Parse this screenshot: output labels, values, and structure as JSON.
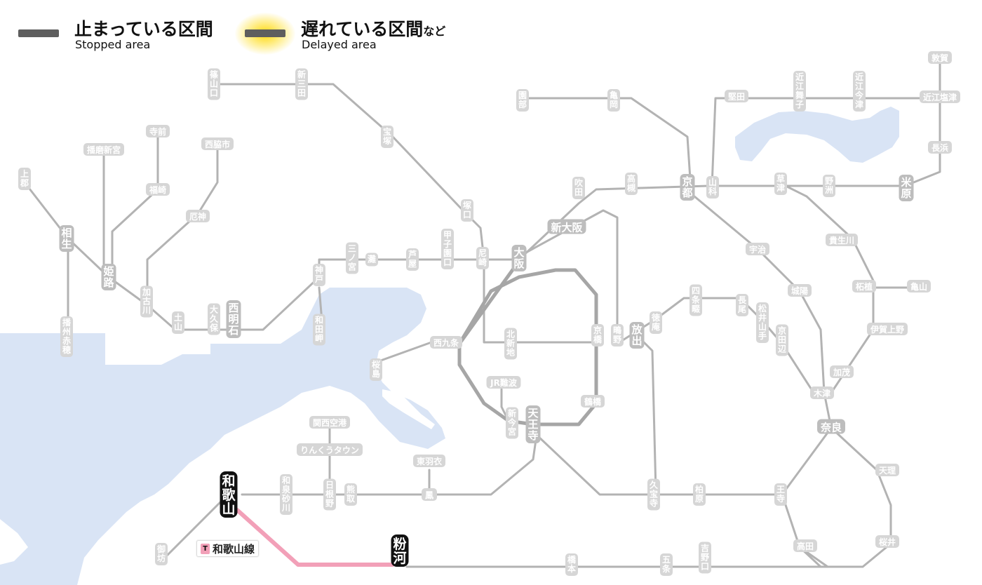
{
  "legend": {
    "stopped": {
      "jp": "止まっている区間",
      "en": "Stopped area"
    },
    "delayed": {
      "jp": "遅れている区間",
      "jp_suffix": "など",
      "en": "Delayed area"
    }
  },
  "colors": {
    "sea": "#d9e4f5",
    "track": "#b3b3b3",
    "loop": "#a6a6a6",
    "affected_line": "#f2a0b8",
    "station_label": "#d6d6d6",
    "station_text": "#ffffff",
    "major_station": "#111111"
  },
  "line_tag": {
    "mark": "T",
    "name": "和歌山線"
  },
  "stations": [
    {
      "id": "shinosan",
      "name": "篠山口"
    },
    {
      "id": "shinsanda",
      "name": "新三田"
    },
    {
      "id": "takarazuka",
      "name": "宝塚"
    },
    {
      "id": "tsukaguchi",
      "name": "塚口"
    },
    {
      "id": "amagasaki",
      "name": "尼崎"
    },
    {
      "id": "koshienguchi",
      "name": "甲子園口"
    },
    {
      "id": "ashiya",
      "name": "芦屋"
    },
    {
      "id": "nada",
      "name": "灘"
    },
    {
      "id": "sannomiya",
      "name": "三ノ宮"
    },
    {
      "id": "kobe",
      "name": "神戸"
    },
    {
      "id": "wadamisaki",
      "name": "和田岬"
    },
    {
      "id": "nishiakashi",
      "name": "西明石"
    },
    {
      "id": "okubo",
      "name": "大久保"
    },
    {
      "id": "dobo",
      "name": "土山"
    },
    {
      "id": "kakogawa",
      "name": "加古川"
    },
    {
      "id": "yakujin",
      "name": "厄神"
    },
    {
      "id": "nishiwakishi",
      "name": "西脇市"
    },
    {
      "id": "fukusaki",
      "name": "福崎"
    },
    {
      "id": "teramae",
      "name": "寺前"
    },
    {
      "id": "harimashingu",
      "name": "播磨新宮"
    },
    {
      "id": "himeji",
      "name": "姫路"
    },
    {
      "id": "aioi",
      "name": "相生"
    },
    {
      "id": "kamigori",
      "name": "上郡"
    },
    {
      "id": "banshuako",
      "name": "播州赤穂"
    },
    {
      "id": "osaka",
      "name": "大阪"
    },
    {
      "id": "shinosaka",
      "name": "新大阪"
    },
    {
      "id": "suita",
      "name": "吹田"
    },
    {
      "id": "takatsuki",
      "name": "高槻"
    },
    {
      "id": "kyoto",
      "name": "京都"
    },
    {
      "id": "kameoka",
      "name": "亀岡"
    },
    {
      "id": "sonobe",
      "name": "園部"
    },
    {
      "id": "yamashina",
      "name": "山科"
    },
    {
      "id": "katata",
      "name": "堅田"
    },
    {
      "id": "omimaiko",
      "name": "近江舞子"
    },
    {
      "id": "omiimazu",
      "name": "近江今津"
    },
    {
      "id": "tsuruga",
      "name": "敦賀"
    },
    {
      "id": "omishiotsu",
      "name": "近江塩津"
    },
    {
      "id": "nagahama",
      "name": "長浜"
    },
    {
      "id": "maibara",
      "name": "米原"
    },
    {
      "id": "kusatsu",
      "name": "草津"
    },
    {
      "id": "yasu",
      "name": "野洲"
    },
    {
      "id": "kibukawa",
      "name": "貴生川"
    },
    {
      "id": "tsuge",
      "name": "柘植"
    },
    {
      "id": "kameyama",
      "name": "亀山"
    },
    {
      "id": "igaueno",
      "name": "伊賀上野"
    },
    {
      "id": "kamo",
      "name": "加茂"
    },
    {
      "id": "kizu",
      "name": "木津"
    },
    {
      "id": "nara",
      "name": "奈良"
    },
    {
      "id": "uji",
      "name": "宇治"
    },
    {
      "id": "joyo",
      "name": "城陽"
    },
    {
      "id": "kyotanabe",
      "name": "京田辺"
    },
    {
      "id": "matsuiyamate",
      "name": "松井山手"
    },
    {
      "id": "nagao",
      "name": "長尾"
    },
    {
      "id": "shijonawate",
      "name": "四条畷"
    },
    {
      "id": "tokuan",
      "name": "徳庵"
    },
    {
      "id": "hanaten",
      "name": "放出"
    },
    {
      "id": "shigino",
      "name": "鴫野"
    },
    {
      "id": "kyobashi",
      "name": "京橋"
    },
    {
      "id": "kitashinchi",
      "name": "北新地"
    },
    {
      "id": "nishikujo",
      "name": "西九条"
    },
    {
      "id": "sakurajima",
      "name": "桜島"
    },
    {
      "id": "jrnamba",
      "name": "JR難波"
    },
    {
      "id": "shinimamiya",
      "name": "新今宮"
    },
    {
      "id": "tennoji",
      "name": "天王寺"
    },
    {
      "id": "tsuruhashi",
      "name": "鶴橋"
    },
    {
      "id": "kansaiairport",
      "name": "関西空港"
    },
    {
      "id": "rinkutown",
      "name": "りんくうタウン"
    },
    {
      "id": "higashihagoromo",
      "name": "東羽衣"
    },
    {
      "id": "otori",
      "name": "鳳"
    },
    {
      "id": "kumatori",
      "name": "熊取"
    },
    {
      "id": "hineno",
      "name": "日根野"
    },
    {
      "id": "izumisunagawa",
      "name": "和泉砂川"
    },
    {
      "id": "wakayama",
      "name": "和歌山"
    },
    {
      "id": "gobo",
      "name": "御坊"
    },
    {
      "id": "kokawa",
      "name": "粉河"
    },
    {
      "id": "hashimoto",
      "name": "橋本"
    },
    {
      "id": "gojo",
      "name": "五条"
    },
    {
      "id": "yoshinoguchi",
      "name": "吉野口"
    },
    {
      "id": "takada",
      "name": "高田"
    },
    {
      "id": "oji",
      "name": "王寺"
    },
    {
      "id": "kashiwara",
      "name": "柏原"
    },
    {
      "id": "kyuhoji",
      "name": "久宝寺"
    },
    {
      "id": "tenri",
      "name": "天理"
    },
    {
      "id": "sakurai",
      "name": "桜井"
    }
  ]
}
